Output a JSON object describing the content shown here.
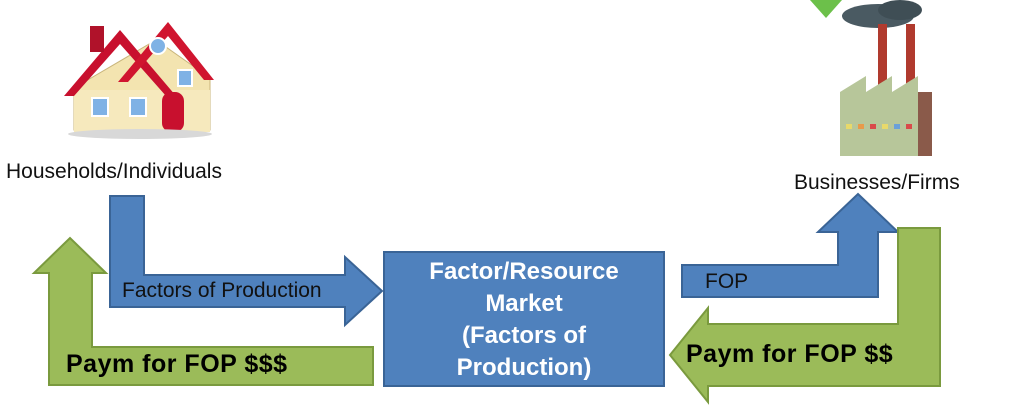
{
  "entities": {
    "households": "Households/Individuals",
    "businesses": "Businesses/Firms"
  },
  "market": {
    "line1": "Factor/Resource",
    "line2": "Market",
    "line3": "(Factors of",
    "line4": "Production)"
  },
  "flows": {
    "factors_of_production": "Factors of Production",
    "fop": "FOP",
    "payment_households": "Paym for FOP $$$",
    "payment_firms": "Paym for FOP $$"
  },
  "colors": {
    "blue_arrow": "#4f81bd",
    "green_arrow": "#9bbb59",
    "market_box": "#4f81bd"
  },
  "icons": {
    "households": "house-icon",
    "businesses": "factory-icon"
  }
}
